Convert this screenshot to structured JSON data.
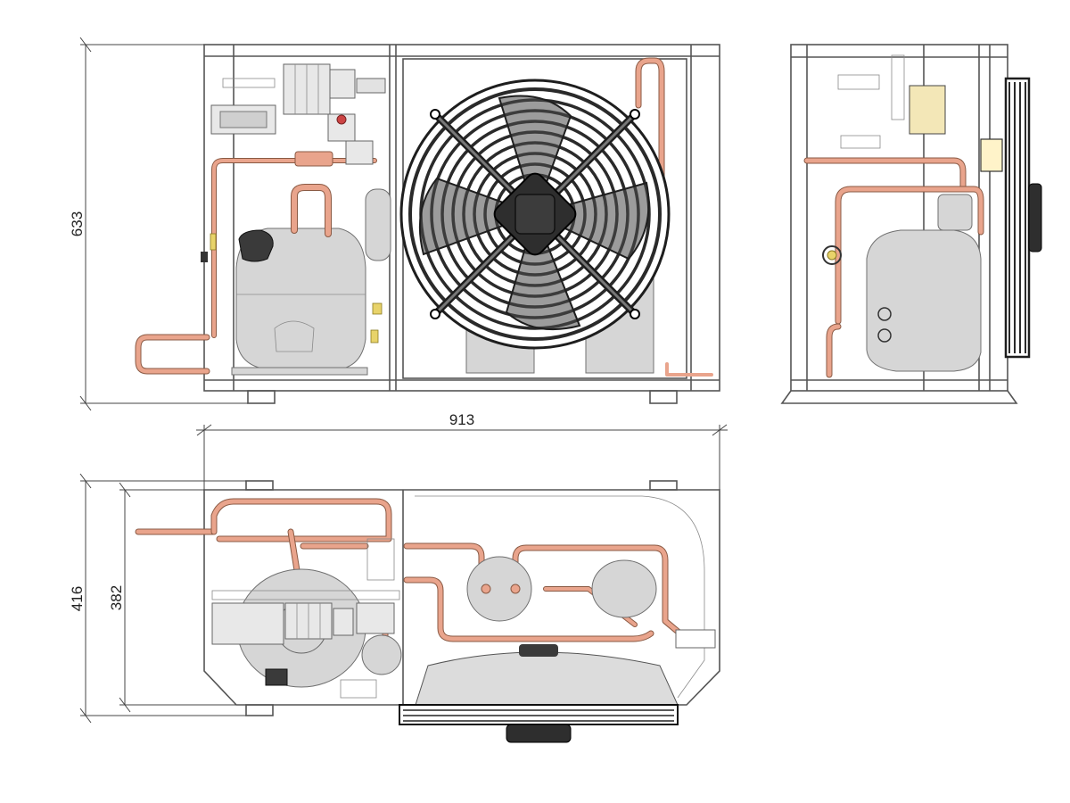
{
  "dimensions": {
    "front_height": "633",
    "width": "913",
    "depth_overall": "416",
    "depth_body": "382"
  },
  "colors": {
    "copper": "#e9a48c",
    "copper_edge": "#8a5a44",
    "frame": "#555555",
    "fan_dark": "#2e2e2e",
    "component_grey": "#d6d6d6"
  }
}
